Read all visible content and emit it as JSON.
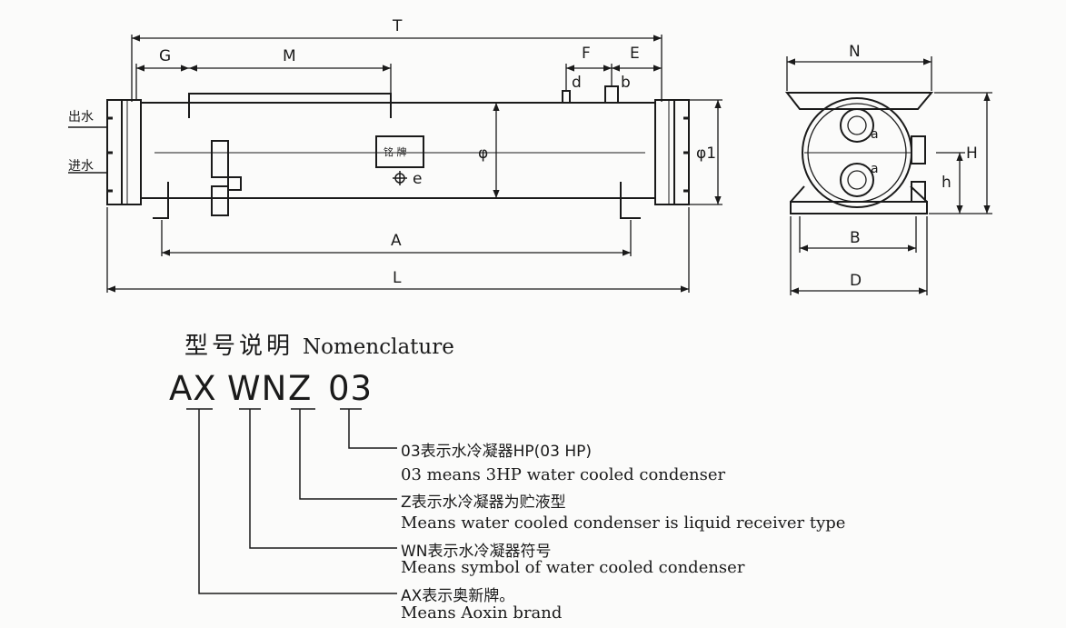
{
  "drawing": {
    "dimensions": {
      "T": "T",
      "G": "G",
      "M": "M",
      "F": "F",
      "E": "E",
      "d": "d",
      "b": "b",
      "phi": "φ",
      "phi1": "φ1",
      "e": "e",
      "A": "A",
      "L": "L",
      "N": "N",
      "H": "H",
      "h": "h",
      "B": "B",
      "D": "D",
      "a_top": "a",
      "a_bottom": "a"
    },
    "side_labels": {
      "water_out": "出水",
      "water_in": "进水"
    },
    "nameplate": "铭 牌"
  },
  "nomenclature": {
    "heading_zh": "型号说明",
    "heading_en": "Nomenclature",
    "code": {
      "p1": "AX",
      "p2": "WN",
      "p3": "Z",
      "p4": "03"
    },
    "items": [
      {
        "zh": "03表示水冷凝器HP(03 HP)",
        "en": "03 means 3HP water cooled condenser"
      },
      {
        "zh": "Z表示水冷凝器为贮液型",
        "en": "Means water cooled condenser is liquid receiver type"
      },
      {
        "zh": "WN表示水冷凝器符号",
        "en": "Means symbol of water cooled condenser"
      },
      {
        "zh": "AX表示奥新牌。",
        "en": "Means Aoxin brand"
      }
    ]
  }
}
